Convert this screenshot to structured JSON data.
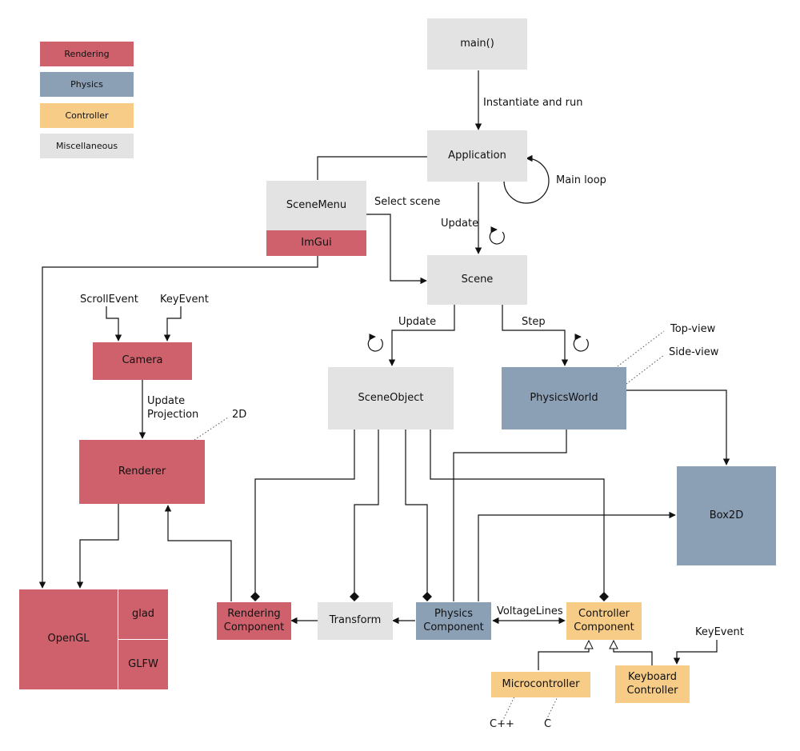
{
  "legend": {
    "rendering": "Rendering",
    "physics": "Physics",
    "controller": "Controller",
    "misc": "Miscellaneous"
  },
  "colors": {
    "rendering": "#cf616d",
    "physics": "#8b9fb5",
    "controller": "#f6cc87",
    "misc": "#e3e3e3"
  },
  "nodes": {
    "main": "main()",
    "application": "Application",
    "scene_menu": "SceneMenu",
    "imgui": "ImGui",
    "scene": "Scene",
    "camera": "Camera",
    "renderer": "Renderer",
    "scene_object": "SceneObject",
    "physics_world": "PhysicsWorld",
    "box2d": "Box2D",
    "opengl": "OpenGL",
    "glad": "glad",
    "glfw": "GLFW",
    "rendering_component_1": "Rendering",
    "rendering_component_2": "Component",
    "transform": "Transform",
    "physics_component_1": "Physics",
    "physics_component_2": "Component",
    "controller_component_1": "Controller",
    "controller_component_2": "Component",
    "microcontroller": "Microcontroller",
    "keyboard_controller_1": "Keyboard",
    "keyboard_controller_2": "Controller"
  },
  "labels": {
    "instantiate": "Instantiate and run",
    "main_loop": "Main loop",
    "select_scene": "Select scene",
    "update_app": "Update",
    "scroll_event": "ScrollEvent",
    "key_event_camera": "KeyEvent",
    "update_projection_1": "Update",
    "update_projection_2": "Projection",
    "two_d": "2D",
    "update_scene": "Update",
    "step": "Step",
    "top_view": "Top-view",
    "side_view": "Side-view",
    "voltage_lines": "VoltageLines",
    "key_event_keyboard": "KeyEvent",
    "cpp": "C++",
    "c": "C"
  }
}
